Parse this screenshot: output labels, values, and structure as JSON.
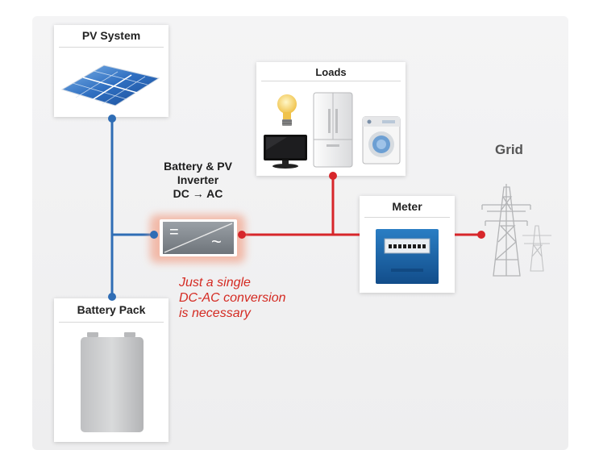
{
  "pv": {
    "title": "PV System"
  },
  "loads": {
    "title": "Loads"
  },
  "inverter": {
    "lines": [
      "Battery & PV",
      "Inverter",
      "DC → AC"
    ],
    "dc_symbol": "=",
    "ac_symbol": "~"
  },
  "meter": {
    "title": "Meter"
  },
  "grid": {
    "title": "Grid"
  },
  "battery": {
    "title": "Battery Pack"
  },
  "note": {
    "lines": [
      "Just a single",
      "DC-AC conversion",
      "is necessary"
    ]
  },
  "colors": {
    "dc_wire": "#2f6db5",
    "ac_wire": "#d7262b",
    "note": "#d42a22",
    "inverter_glow": "#f2a38a"
  },
  "icons": [
    "solar-panel-icon",
    "light-bulb-icon",
    "tv-icon",
    "fridge-icon",
    "washing-machine-icon",
    "meter-icon",
    "power-tower-icon",
    "battery-icon"
  ]
}
